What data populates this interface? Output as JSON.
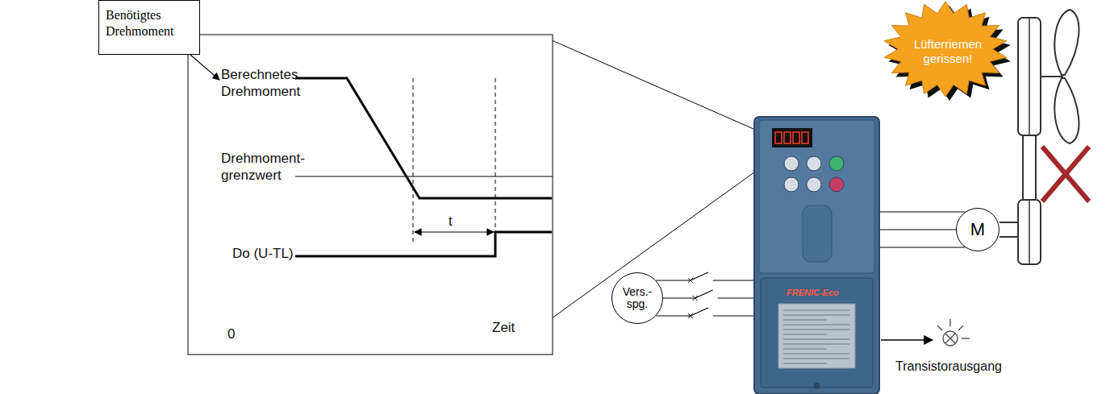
{
  "diagram": {
    "nodes": [
      {
        "text": [
          "Benötigtes Drehmoment"
        ]
      },
      {
        "text": [
          "Lüfterriemen gerissen!"
        ]
      },
      {
        "text": [
          "FRENIC-Eco"
        ]
      },
      {
        "text": [
          "M"
        ]
      },
      {
        "text": [
          "Vers.- spg."
        ]
      }
    ],
    "edges": [
      {
        "from": 4,
        "to": 2,
        "arrow": "none"
      },
      {
        "from": 2,
        "to": 3,
        "arrow": "none"
      }
    ],
    "labels": [
      "Berechnetes Drehmoment",
      "Drehmoment- grenzwert",
      "t",
      "Do (U-TL)",
      "0",
      "Zeit",
      "Transistorausgang"
    ]
  }
}
